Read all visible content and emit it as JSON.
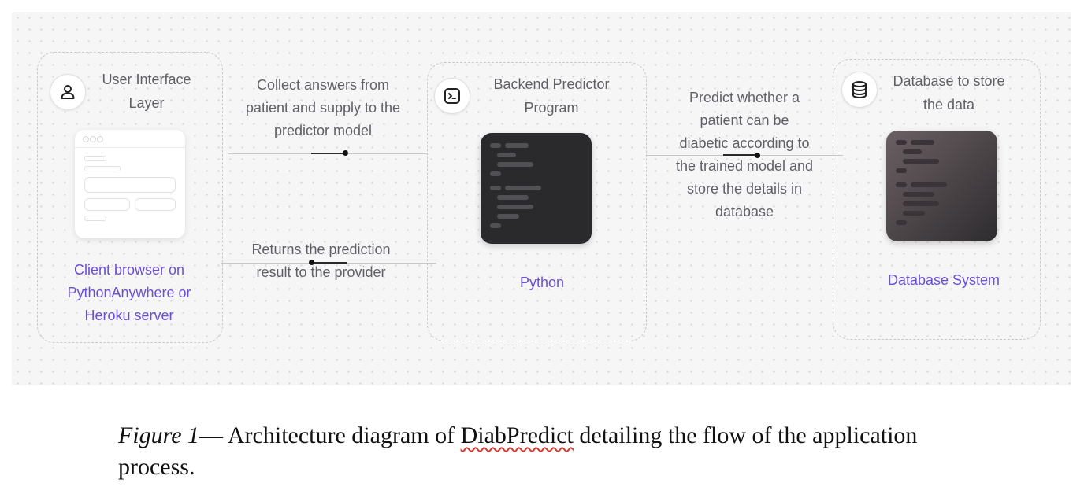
{
  "diagram": {
    "nodes": [
      {
        "title": "User Interface\nLayer",
        "icon": "user-icon",
        "sublabel": "Client browser on\nPythonAnywhere or\nHeroku server"
      },
      {
        "title": "Backend Predictor\nProgram",
        "icon": "terminal-icon",
        "sublabel": "Python"
      },
      {
        "title": "Database to store\nthe data",
        "icon": "database-icon",
        "sublabel": "Database System"
      }
    ],
    "edges": [
      {
        "label": "Collect answers from\npatient and supply to the\npredictor model"
      },
      {
        "label": "Returns the prediction\nresult to the provider"
      },
      {
        "label": "Predict whether a\npatient can be\ndiabetic according to\nthe trained model and\nstore the details in\ndatabase"
      }
    ]
  },
  "caption": {
    "figure": "Figure 1",
    "dash": "—",
    "text_before": " Architecture diagram of ",
    "highlight": "DiabPredict",
    "text_after": " detailing the flow of the application process."
  }
}
